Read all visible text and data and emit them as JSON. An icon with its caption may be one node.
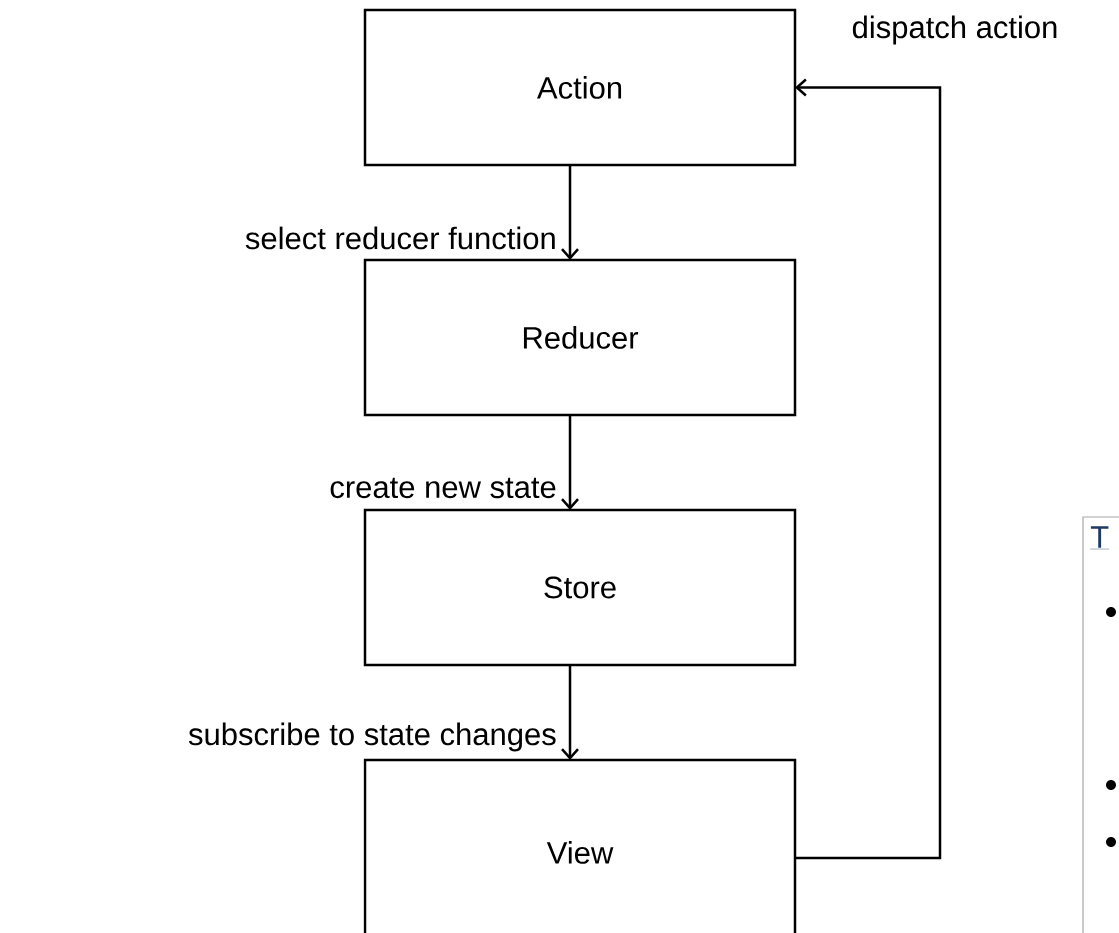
{
  "diagram": {
    "nodes": [
      {
        "text": [
          "Action"
        ]
      },
      {
        "text": [
          "Reducer"
        ]
      },
      {
        "text": [
          "Store"
        ]
      },
      {
        "text": [
          "View"
        ]
      }
    ],
    "edges": [
      {
        "from": 0,
        "to": 1,
        "arrow": "to",
        "label": "select reducer function"
      },
      {
        "from": 1,
        "to": 2,
        "arrow": "to",
        "label": "create new state"
      },
      {
        "from": 2,
        "to": 3,
        "arrow": "to",
        "label": "subscribe to state changes"
      },
      {
        "from": 3,
        "to": 0,
        "arrow": "to",
        "label": "dispatch action"
      }
    ],
    "labels": [
      "T"
    ]
  }
}
